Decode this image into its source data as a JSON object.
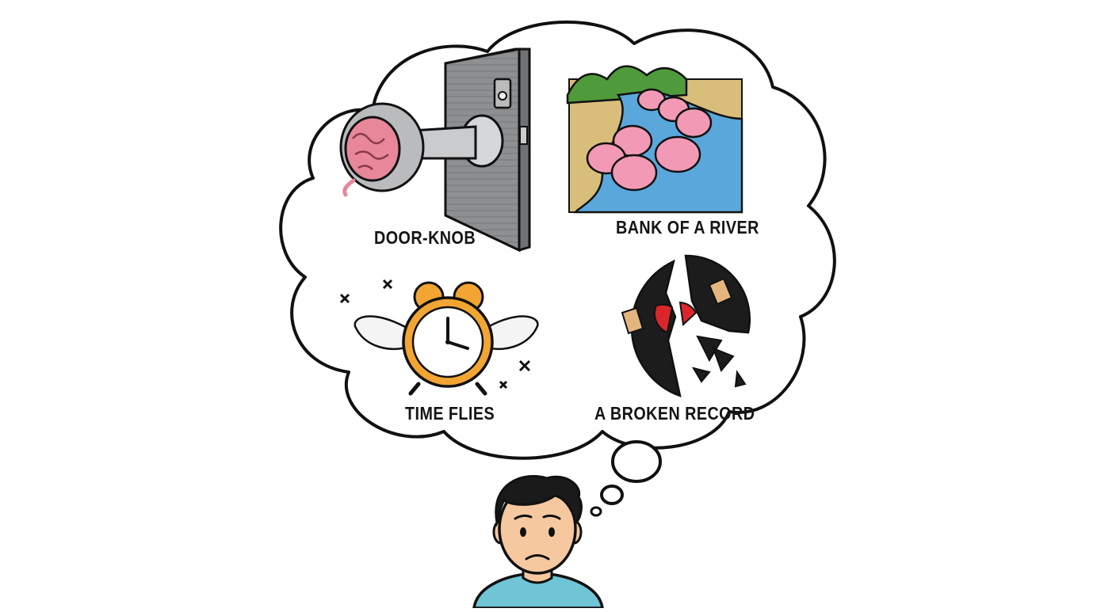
{
  "captions": {
    "door_knob": "DOOR-KNOB",
    "bank_of_a_river": "BANK OF A RIVER",
    "time_flies": "TIME FLIES",
    "broken_record": "A BROKEN RECORD"
  },
  "icons": [
    "thought-bubble",
    "brain-doorknob",
    "piggy-banks-river",
    "winged-alarm-clock",
    "broken-vinyl-record",
    "worried-person"
  ],
  "colors": {
    "outline": "#111111",
    "brain_pink": "#e8879a",
    "piggy_pink": "#f29ab5",
    "river_blue": "#5aa7dc",
    "riverbank_tan": "#d9bd7a",
    "tree_green": "#4f9a3b",
    "clock_orange": "#f2a533",
    "record_black": "#1c1c1c",
    "record_label_red": "#d8262b",
    "shirt_teal": "#6fc4d6",
    "skin": "#f5c8a0",
    "hair": "#1a1a1a"
  }
}
